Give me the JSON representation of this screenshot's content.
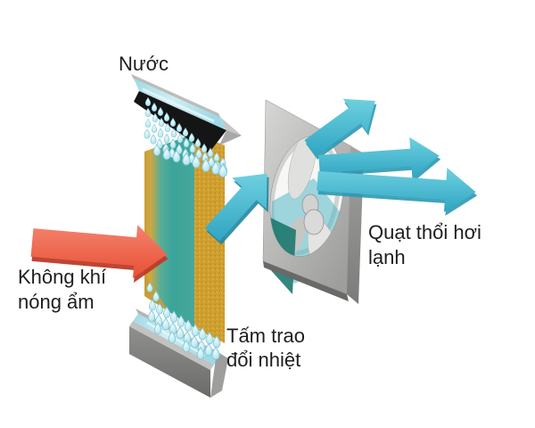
{
  "diagram": {
    "labels": {
      "water": "Nước",
      "hot_humid_air": [
        "Không khí",
        "nóng ẩm"
      ],
      "heat_exchange_pad": [
        "Tấm trao",
        "đổi nhiệt"
      ],
      "cold_air_fan": [
        "Quạt thổi hơi",
        "lạnh"
      ]
    },
    "colors": {
      "background": "#ffffff",
      "label_text": "#1e1e1e",
      "hot_air_arrow": "#ee5f44",
      "hot_air_arrow_shadow": "#bc3b28",
      "cool_air_arrow": "#49b7d2",
      "cool_air_arrow_shadow": "#1f87a2",
      "pad_gold": "#d3a232",
      "pad_teal": "#3fa89e",
      "water_blue": "#a9dfe9",
      "droplet": "#c8eaf1",
      "metal_gray": "#b3b3b1",
      "tray_underside": "#151515"
    }
  }
}
